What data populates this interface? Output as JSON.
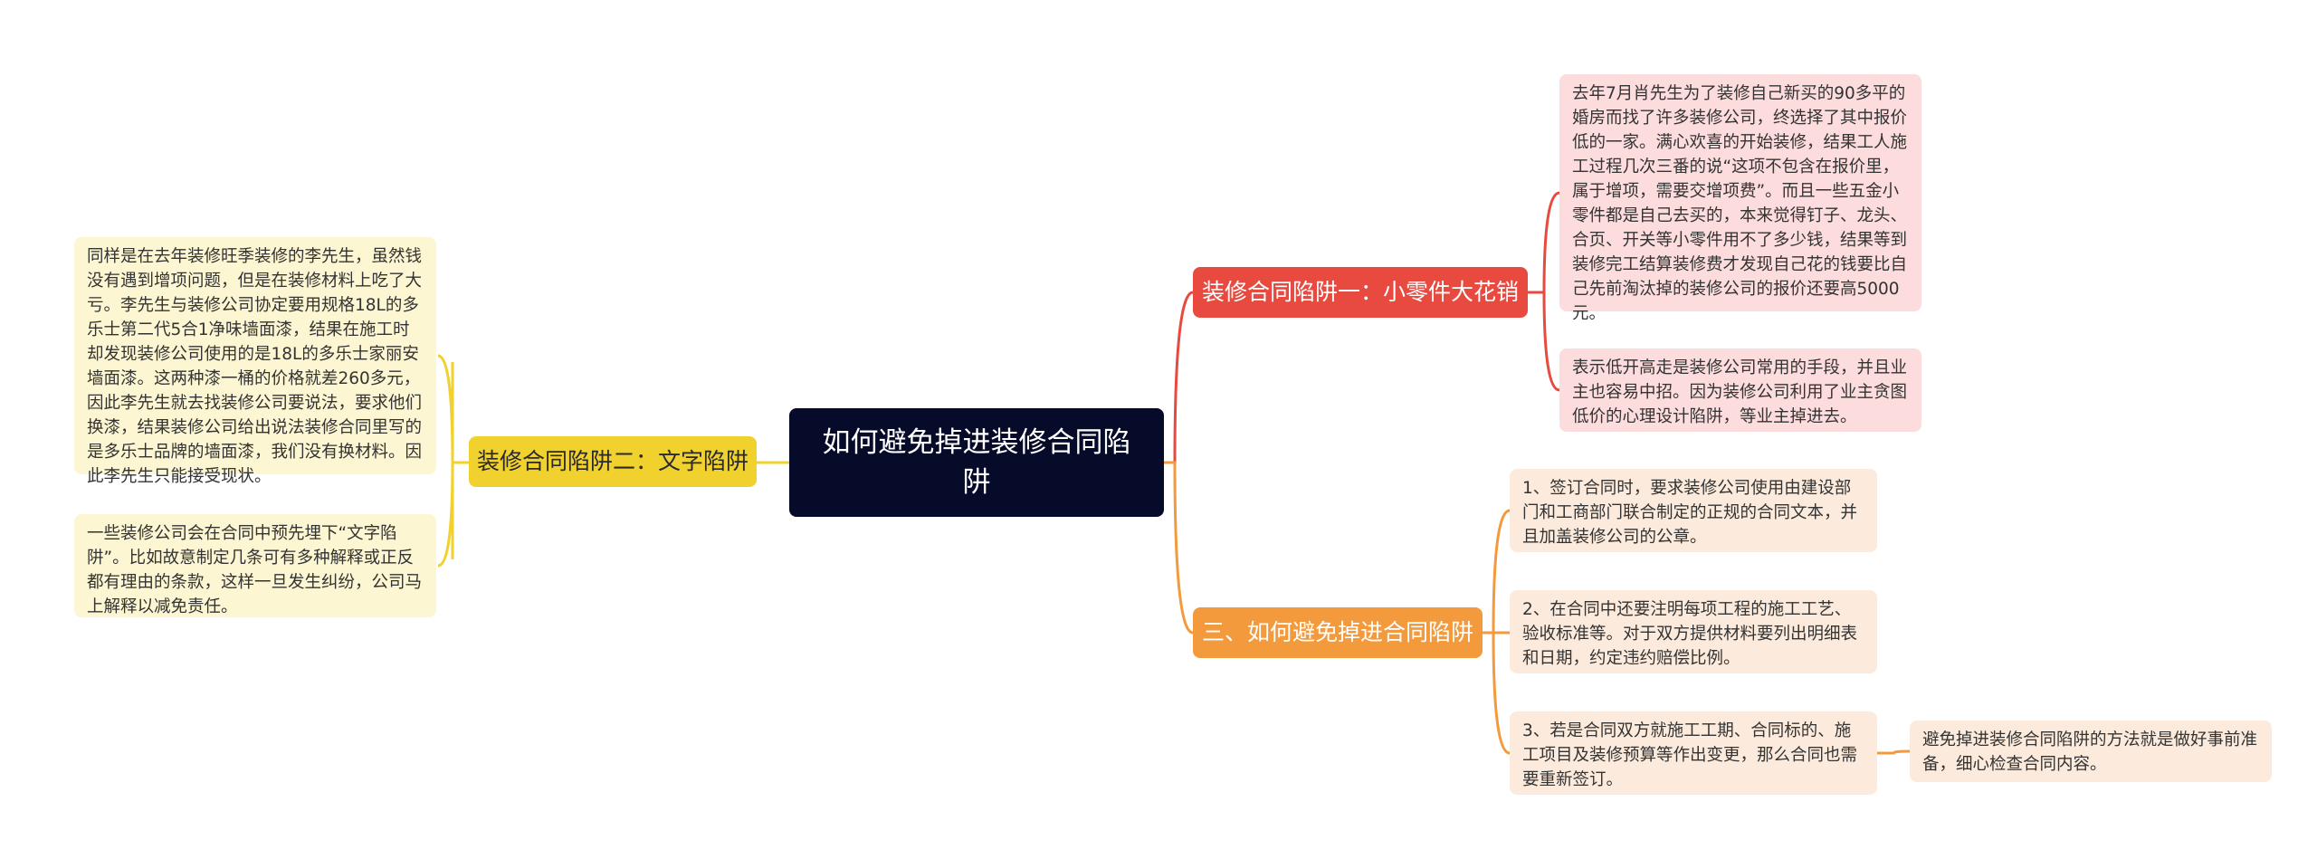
{
  "colors": {
    "root_bg": "#070b2a",
    "yellow_branch": "#f0d12e",
    "yellow_leaf": "#fdf6d2",
    "red_branch": "#e84a40",
    "red_leaf": "#fcdcdc",
    "orange_branch": "#f39a3c",
    "orange_leaf": "#fcebdc",
    "yellow_line": "#f0d12e",
    "red_line": "#e84a40",
    "orange_line": "#f39a3c"
  },
  "root": {
    "title": "如何避免掉进装修合同陷阱"
  },
  "left_branch": {
    "label": "装修合同陷阱二：文字陷阱",
    "leaves": [
      "同样是在去年装修旺季装修的李先生，虽然钱没有遇到增项问题，但是在装修材料上吃了大亏。李先生与装修公司协定要用规格18L的多乐士第二代5合1净味墙面漆，结果在施工时却发现装修公司使用的是18L的多乐士家丽安墙面漆。这两种漆一桶的价格就差260多元，因此李先生就去找装修公司要说法，要求他们换漆，结果装修公司给出说法装修合同里写的是多乐士品牌的墙面漆，我们没有换材料。因此李先生只能接受现状。",
      "一些装修公司会在合同中预先埋下“文字陷阱”。比如故意制定几条可有多种解释或正反都有理由的条款，这样一旦发生纠纷，公司马上解释以减免责任。"
    ]
  },
  "red_branch": {
    "label": "装修合同陷阱一：小零件大花销",
    "leaves": [
      "去年7月肖先生为了装修自己新买的90多平的婚房而找了许多装修公司，终选择了其中报价低的一家。满心欢喜的开始装修，结果工人施工过程几次三番的说“这项不包含在报价里，属于增项，需要交增项费”。而且一些五金小零件都是自己去买的，本来觉得钉子、龙头、合页、开关等小零件用不了多少钱，结果等到装修完工结算装修费才发现自己花的钱要比自己先前淘汰掉的装修公司的报价还要高5000元。",
      "表示低开高走是装修公司常用的手段，并且业主也容易中招。因为装修公司利用了业主贪图低价的心理设计陷阱，等业主掉进去。"
    ]
  },
  "orange_branch": {
    "label": "三、如何避免掉进合同陷阱",
    "leaves": [
      "1、签订合同时，要求装修公司使用由建设部门和工商部门联合制定的正规的合同文本，并且加盖装修公司的公章。",
      "2、在合同中还要注明每项工程的施工工艺、验收标准等。对于双方提供材料要列出明细表和日期，约定违约赔偿比例。",
      "3、若是合同双方就施工工期、合同标的、施工项目及装修预算等作出变更，那么合同也需要重新签订。"
    ],
    "note": "避免掉进装修合同陷阱的方法就是做好事前准备，细心检查合同内容。"
  }
}
